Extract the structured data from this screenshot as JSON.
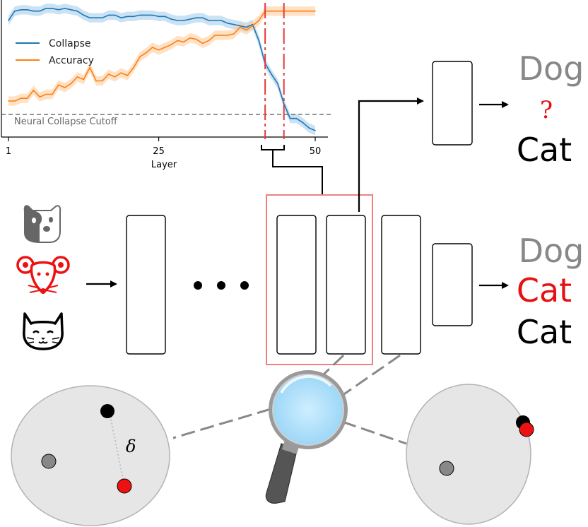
{
  "chart_data": {
    "type": "line",
    "xlabel": "Layer",
    "ylabel": "",
    "x_ticks": [
      "1",
      "25",
      "50"
    ],
    "xlim": [
      1,
      51
    ],
    "ylim": [
      0,
      1
    ],
    "grid": false,
    "legend": "top-left",
    "series": [
      {
        "name": "Collapse",
        "color": "#1f77b4",
        "x": [
          1,
          2,
          3,
          4,
          5,
          6,
          7,
          8,
          9,
          10,
          11,
          12,
          13,
          14,
          15,
          16,
          17,
          18,
          19,
          20,
          21,
          22,
          23,
          24,
          25,
          26,
          27,
          28,
          29,
          30,
          31,
          32,
          33,
          34,
          35,
          36,
          37,
          38,
          39,
          40,
          41,
          42,
          43,
          44,
          45,
          46,
          47,
          48,
          49,
          50
        ],
        "values": [
          0.9,
          0.97,
          0.98,
          0.98,
          0.97,
          0.97,
          0.99,
          0.99,
          0.98,
          0.99,
          0.98,
          0.97,
          0.94,
          0.92,
          0.92,
          0.92,
          0.94,
          0.94,
          0.92,
          0.93,
          0.93,
          0.94,
          0.94,
          0.94,
          0.93,
          0.93,
          0.91,
          0.9,
          0.9,
          0.91,
          0.92,
          0.92,
          0.9,
          0.9,
          0.9,
          0.88,
          0.87,
          0.86,
          0.85,
          0.87,
          0.75,
          0.58,
          0.5,
          0.43,
          0.28,
          0.17,
          0.17,
          0.14,
          0.1,
          0.08
        ]
      },
      {
        "name": "Accuracy",
        "color": "#ff7f0e",
        "x": [
          1,
          2,
          3,
          4,
          5,
          6,
          7,
          8,
          9,
          10,
          11,
          12,
          13,
          14,
          15,
          16,
          17,
          18,
          19,
          20,
          21,
          22,
          23,
          24,
          25,
          26,
          27,
          28,
          29,
          30,
          31,
          32,
          33,
          34,
          35,
          36,
          37,
          38,
          39,
          40,
          41,
          42,
          43,
          44,
          45,
          46,
          47,
          48,
          49,
          50
        ],
        "values": [
          0.3,
          0.3,
          0.32,
          0.32,
          0.38,
          0.33,
          0.35,
          0.35,
          0.42,
          0.4,
          0.43,
          0.48,
          0.46,
          0.55,
          0.45,
          0.45,
          0.5,
          0.48,
          0.51,
          0.49,
          0.55,
          0.63,
          0.66,
          0.7,
          0.68,
          0.7,
          0.72,
          0.75,
          0.74,
          0.77,
          0.76,
          0.73,
          0.75,
          0.79,
          0.79,
          0.79,
          0.8,
          0.85,
          0.83,
          0.86,
          0.9,
          0.97,
          0.97,
          0.97,
          0.97,
          0.97,
          0.97,
          0.97,
          0.97,
          0.97
        ]
      }
    ],
    "reference_lines": [
      {
        "label": "Neural Collapse Cutoff",
        "y": 0.2,
        "style": "dashed"
      }
    ],
    "highlight_range": {
      "from": 42,
      "to": 45,
      "color": "#e8383d"
    },
    "band_color_blue": "#9ecae9",
    "band_color_orange": "#ffc898"
  },
  "diagram": {
    "top_outputs": [
      "Dog",
      "?",
      "Cat"
    ],
    "bottom_outputs": [
      "Dog",
      "Cat",
      "Cat"
    ],
    "gray_color": "#888888",
    "red_color": "#e81010",
    "black_color": "#000000",
    "highlight_color": "#f08080",
    "delta_label": "δ",
    "inputs": [
      "dog-face-icon",
      "mouse-face-icon",
      "cat-face-icon"
    ],
    "magnifier": "magnifying-glass-icon"
  }
}
